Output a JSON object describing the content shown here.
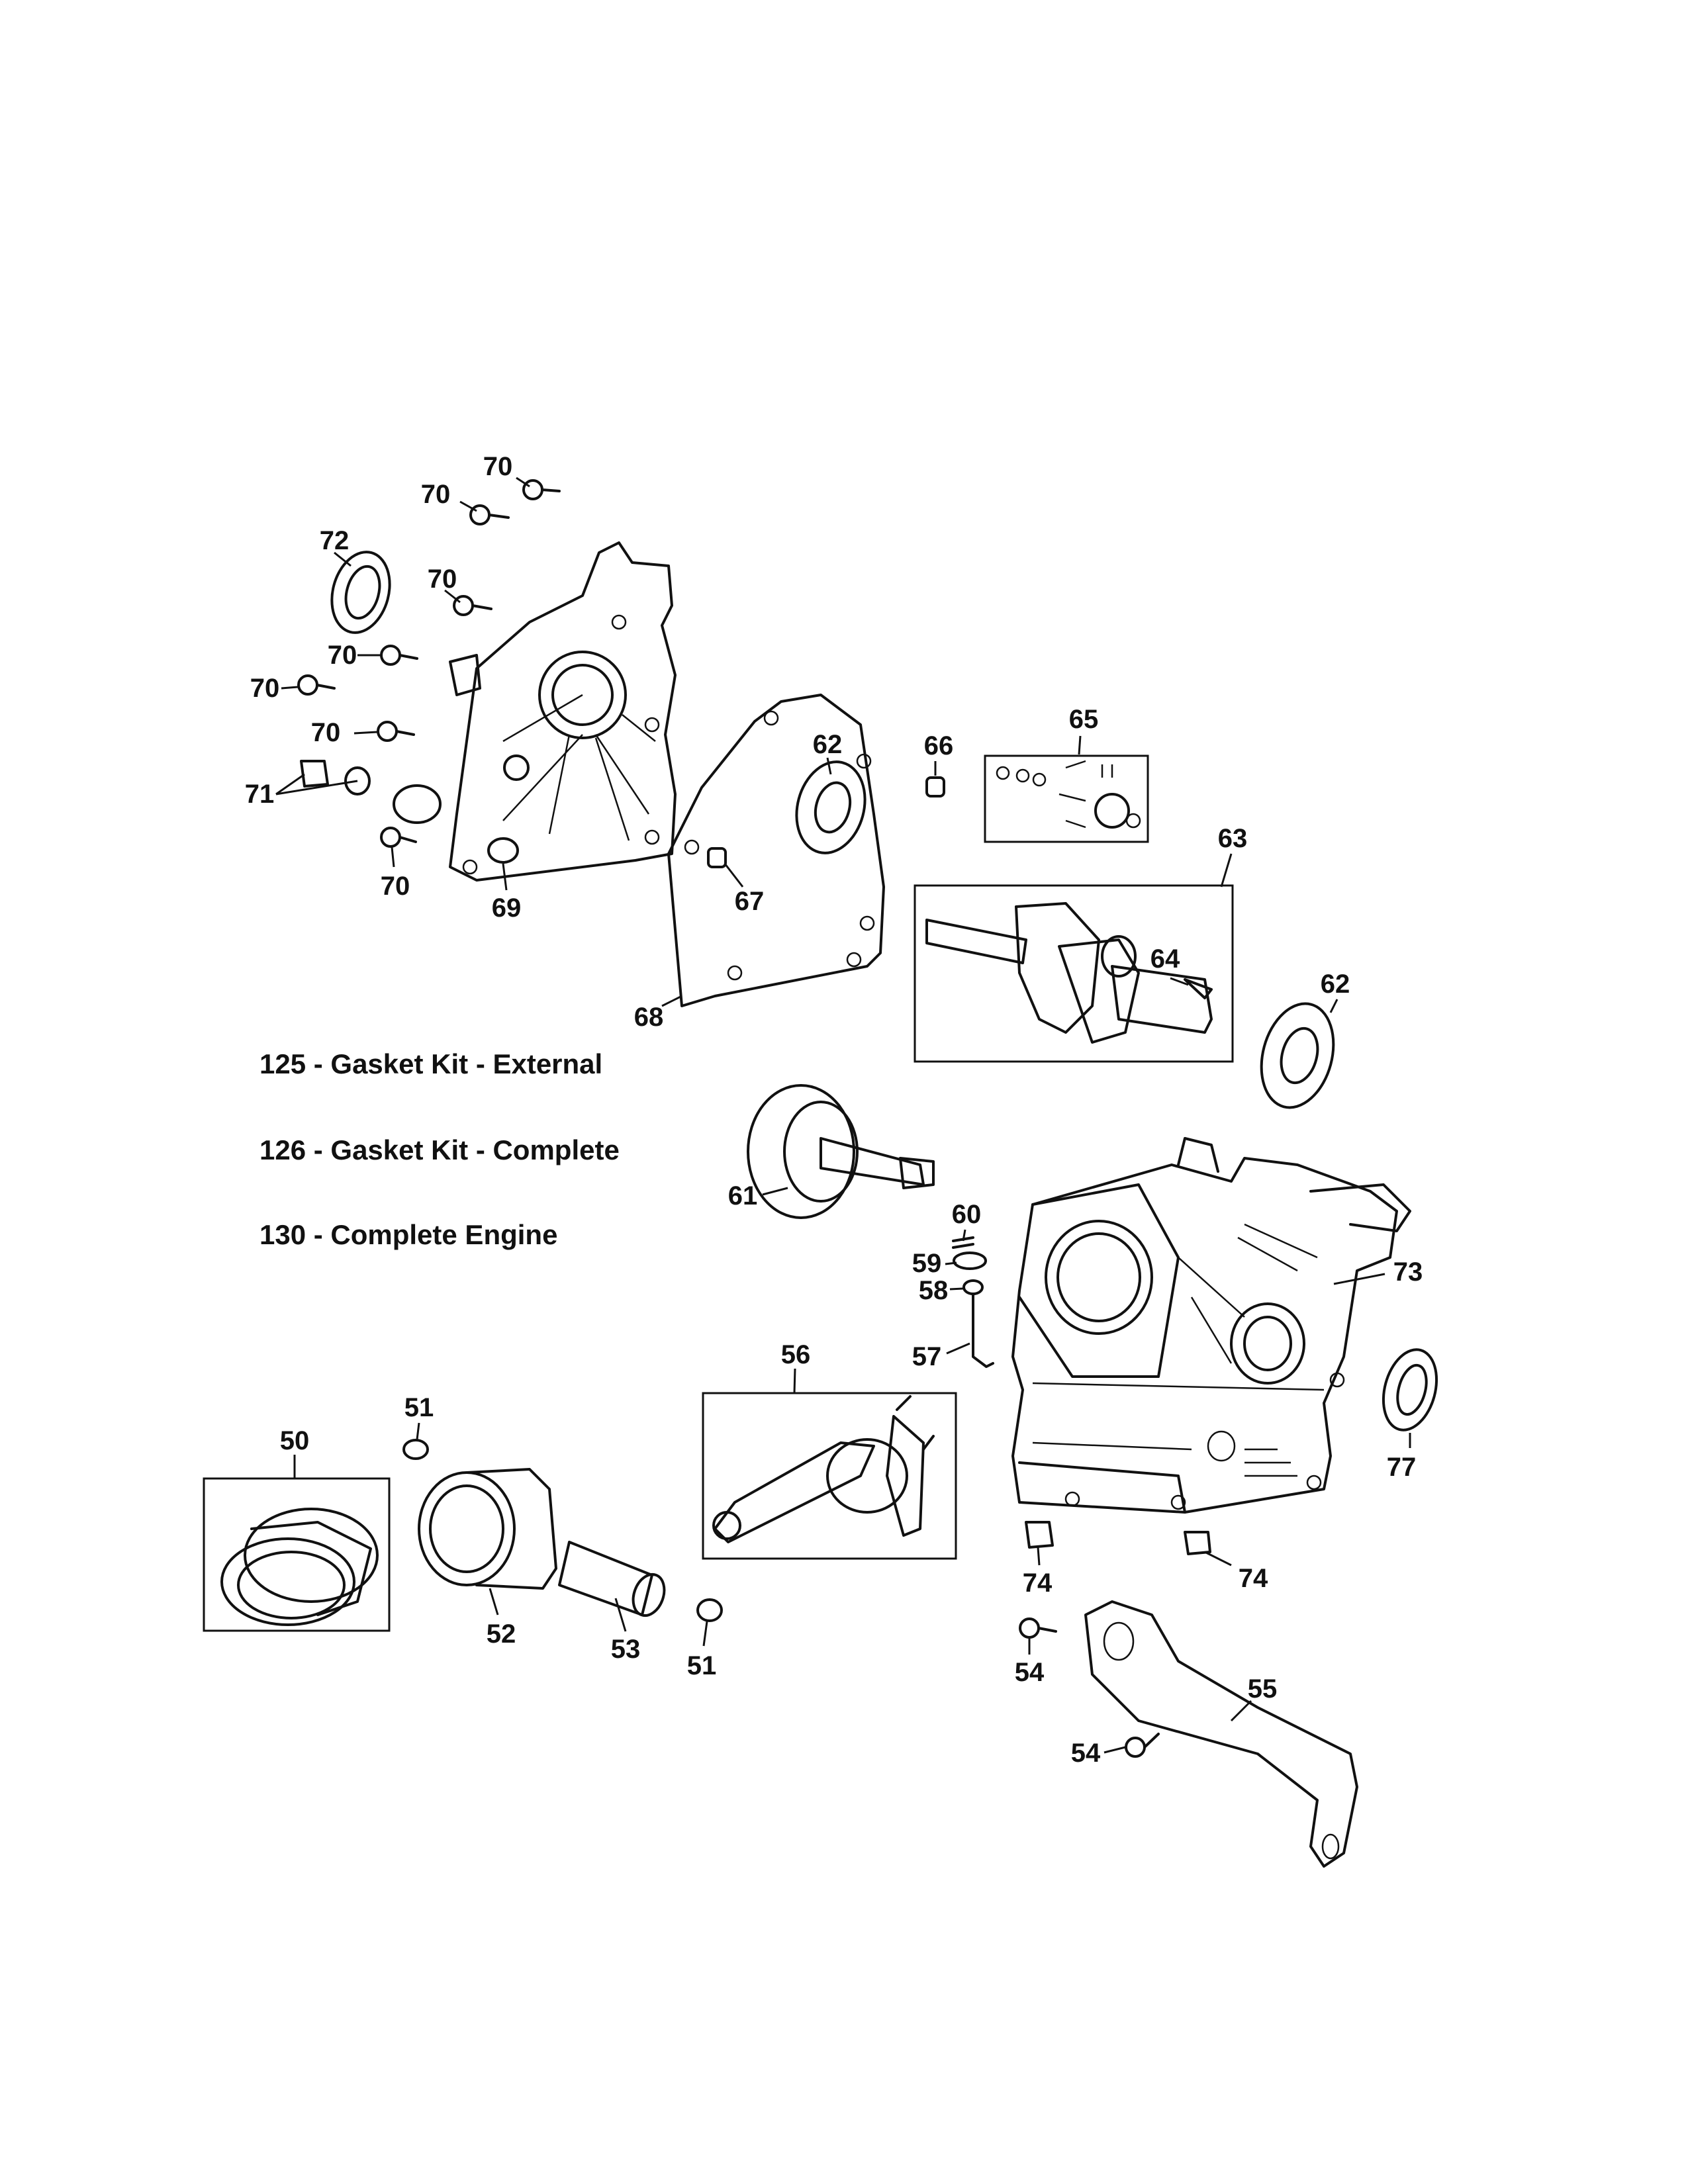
{
  "notes": [
    "125 - Gasket Kit - External",
    "126 - Gasket Kit - Complete",
    "130 - Complete Engine"
  ],
  "callouts": {
    "c70a": "70",
    "c70b": "70",
    "c72": "72",
    "c70c": "70",
    "c70d": "70",
    "c70e": "70",
    "c70f": "70",
    "c71": "71",
    "c70g": "70",
    "c69": "69",
    "c62a": "62",
    "c66": "66",
    "c65": "65",
    "c67": "67",
    "c63": "63",
    "c68": "68",
    "c64": "64",
    "c62b": "62",
    "c61": "61",
    "c60": "60",
    "c59": "59",
    "c58": "58",
    "c57": "57",
    "c73": "73",
    "c56": "56",
    "c51a": "51",
    "c50": "50",
    "c77": "77",
    "c74a": "74",
    "c74b": "74",
    "c52": "52",
    "c53": "53",
    "c51b": "51",
    "c54a": "54",
    "c55": "55",
    "c54b": "54"
  }
}
